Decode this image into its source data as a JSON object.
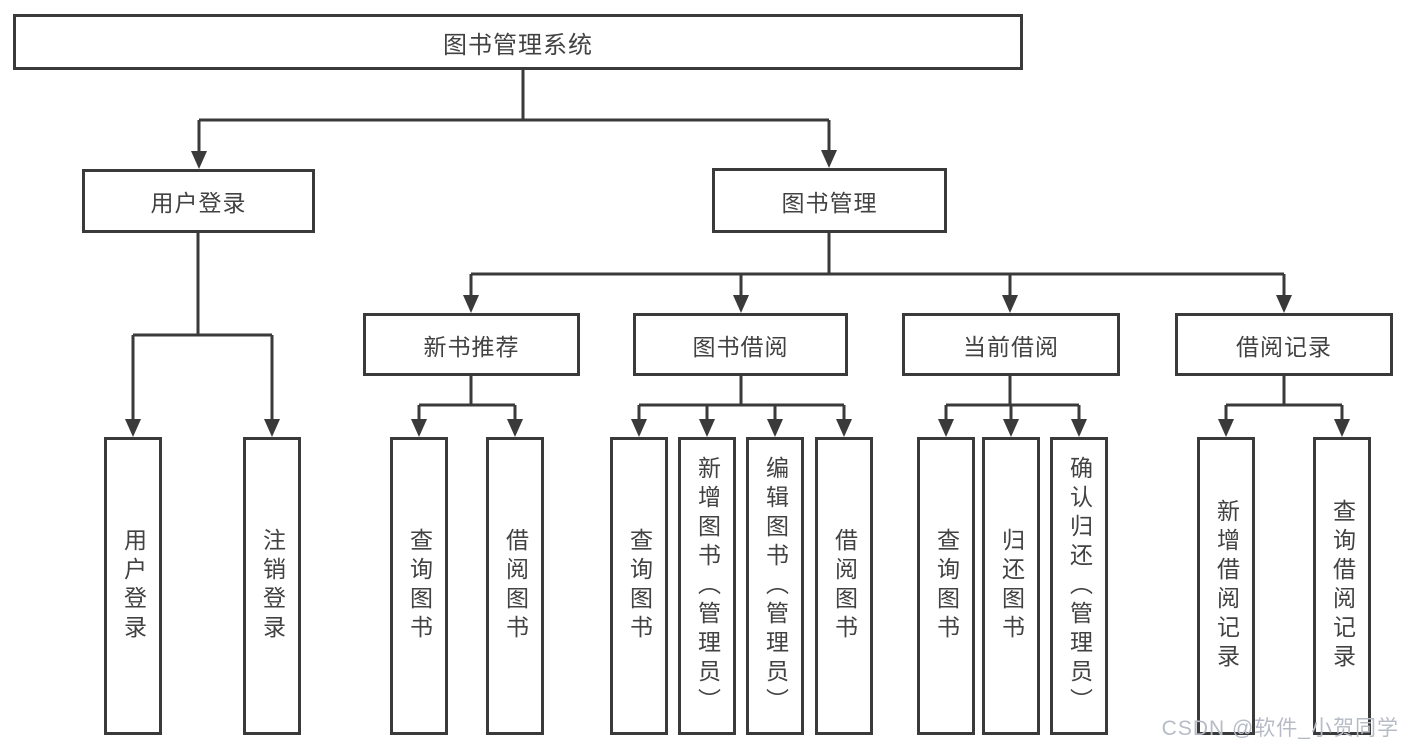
{
  "diagram": {
    "root": {
      "label": "图书管理系统"
    },
    "branches": [
      {
        "label": "用户登录",
        "children": [
          {
            "label": "用户登录"
          },
          {
            "label": "注销登录"
          }
        ]
      },
      {
        "label": "图书管理",
        "children": [
          {
            "label": "新书推荐",
            "children": [
              {
                "label": "查询图书"
              },
              {
                "label": "借阅图书"
              }
            ]
          },
          {
            "label": "图书借阅",
            "children": [
              {
                "label": "查询图书"
              },
              {
                "label": "新增图书（管理员）"
              },
              {
                "label": "编辑图书（管理员）"
              },
              {
                "label": "借阅图书"
              }
            ]
          },
          {
            "label": "当前借阅",
            "children": [
              {
                "label": "查询图书"
              },
              {
                "label": "归还图书"
              },
              {
                "label": "确认归还（管理员）"
              }
            ]
          },
          {
            "label": "借阅记录",
            "children": [
              {
                "label": "新增借阅记录"
              },
              {
                "label": "查询借阅记录"
              }
            ]
          }
        ]
      }
    ]
  },
  "watermark": {
    "text": "CSDN @软件_小贺同学"
  },
  "colors": {
    "line": "#3a3a3a",
    "text": "#424242",
    "watermark": "#b6bbc6",
    "background": "#ffffff"
  }
}
